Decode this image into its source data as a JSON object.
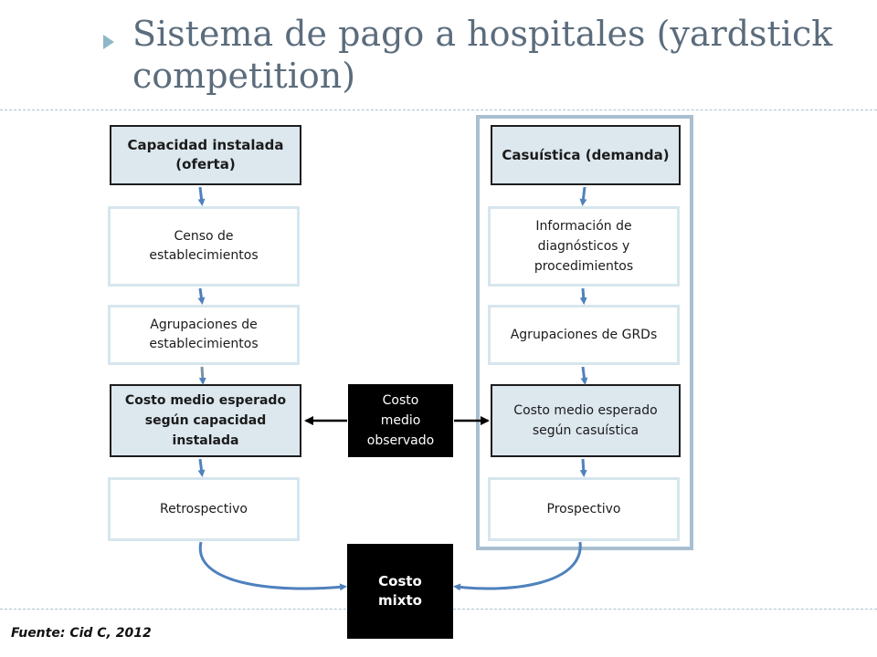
{
  "slide": {
    "title": "Sistema de pago a hospitales (yardstick competition)",
    "source": "Fuente: Cid  C, 2012"
  },
  "left_column": {
    "header": "Capacidad instalada (oferta)",
    "step1": "Censo de establecimientos",
    "step2": "Agrupaciones de establecimientos",
    "key": "Costo medio esperado según capacidad instalada",
    "result": "Retrospectivo"
  },
  "right_column": {
    "header": "Casuística (demanda)",
    "step1": "Información de diagnósticos y procedimientos",
    "step2": "Agrupaciones de GRDs",
    "key": "Costo medio esperado según casuística",
    "result": "Prospectivo"
  },
  "center": {
    "observed": "Costo medio observado",
    "mixed": "Costo mixto"
  },
  "colors": {
    "arrow": "#4f81bd",
    "header_fill": "#dce7ee",
    "light_border": "#d6e6ee",
    "frame": "#a9bfd0"
  }
}
